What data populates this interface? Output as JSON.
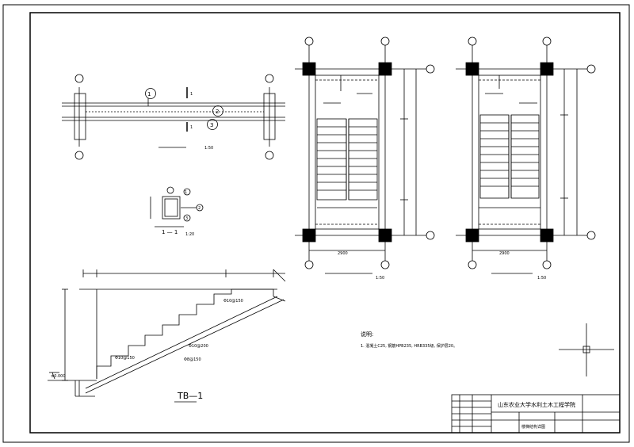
{
  "beam_section": {
    "markers": [
      "1",
      "2",
      "3"
    ],
    "cut_mark": "1",
    "scale": "1:50"
  },
  "section_1_1": {
    "markers": [
      "1",
      "2",
      "3"
    ],
    "name": "1 — 1",
    "scale": "1:20"
  },
  "stair_plan_left": {
    "scale": "1:50",
    "width_dim": "2900"
  },
  "stair_plan_right": {
    "scale": "1:50",
    "width_dim": "2900"
  },
  "stair_profile": {
    "name": "TB—1",
    "level": "±0.000",
    "rebar_top": "Φ10@150",
    "rebar_mid1": "Φ10@200",
    "rebar_mid2": "Φ8@150",
    "rebar_bot": "Φ10@150"
  },
  "notes": {
    "heading": "说明:",
    "line1": "1. 混凝土C25, 钢筋HPB235, HRB335级, 保护层20。"
  },
  "title_block": {
    "school": "山东农业大学水利土木工程学院",
    "drawing": "楼梯结构详图"
  }
}
